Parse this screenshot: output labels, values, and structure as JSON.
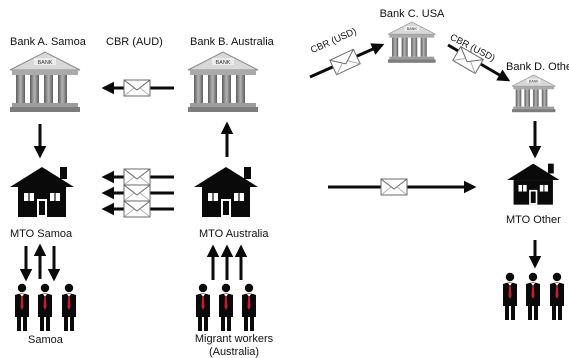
{
  "labels": {
    "bank_a": "Bank A. Samoa",
    "bank_b": "Bank B. Australia",
    "bank_c": "Bank C. USA",
    "bank_d": "Bank D. Other",
    "cbr_aud": "CBR (AUD)",
    "cbr_usd_left": "CBR (USD)",
    "cbr_usd_right": "CBR (USD)",
    "mto_samoa": "MTO Samoa",
    "mto_australia": "MTO Australia",
    "mto_other": "MTO Other",
    "samoa": "Samoa",
    "migrant_line1": "Migrant workers",
    "migrant_line2": "(Australia)"
  },
  "icons": {
    "bank": "bank-building-icon",
    "house": "house-icon",
    "person": "person-icon",
    "envelope": "envelope-icon"
  },
  "bank_sign": "BANK",
  "colors": {
    "arrow": "#0a0a0a",
    "bank_gray": "#9c9c9c",
    "bank_light": "#d8d8d8",
    "house": "#0a0a0a",
    "person_suit": "#0a0a0a",
    "tie": "#c0202a"
  }
}
